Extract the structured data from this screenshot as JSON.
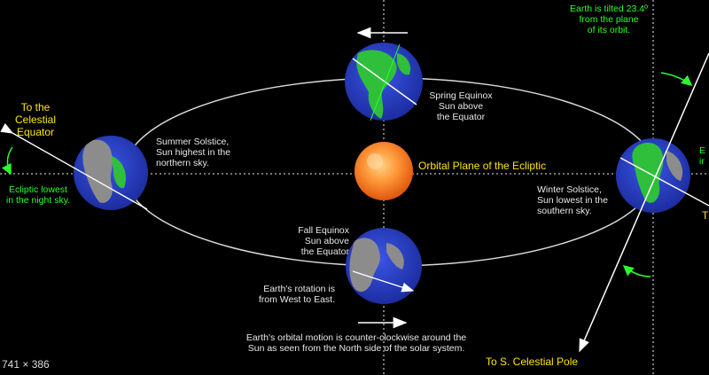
{
  "tilt_note": "Earth is tilted 23.4º\nfrom the plane\nof its orbit.",
  "celestial_equator": "To the\nCelestial\nEquator",
  "ecliptic_lowest": "Ecliptic lowest\nin the night sky.",
  "ecliptic_right_partial": "E\nir",
  "t_partial": "T",
  "spring_equinox": "Spring Equinox\nSun above\nthe Equator",
  "summer_solstice": "Summer Solstice,\nSun highest in the\nnorthern sky.",
  "orbital_plane": "Orbital Plane of the Ecliptic",
  "winter_solstice": "Winter Solstice,\nSun lowest in the\nsouthern sky.",
  "fall_equinox": "Fall Equinox\nSun above\nthe Equator",
  "rotation_note": "Earth's rotation is\nfrom West to East.",
  "orbital_motion": "Earth's orbital motion is counter-clockwise around the\nSun as seen from the North side of the solar system.",
  "south_pole": "To S. Celestial Pole",
  "image_dimensions": "741 × 386",
  "colors": {
    "ocean": "#2a3ec8",
    "land": "#2fbf3a",
    "land_gray": "#8c8c8c",
    "sun": "#ff7a18",
    "accent_yellow": "#ffe600",
    "accent_green": "#2bff2b"
  }
}
